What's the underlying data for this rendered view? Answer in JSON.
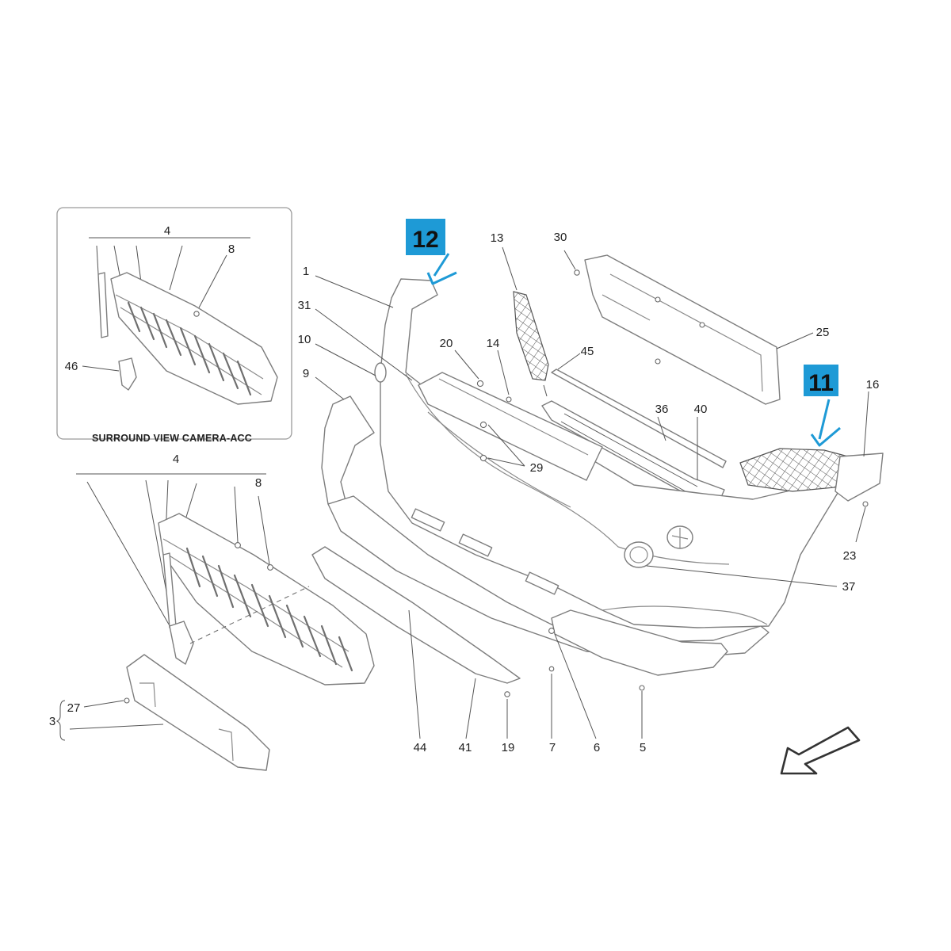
{
  "inset": {
    "caption": "SURROUND VIEW CAMERA-ACC",
    "labels": [
      "4",
      "8",
      "46"
    ]
  },
  "callouts": {
    "c1": "1",
    "c3": "3",
    "c4": "4",
    "c5": "5",
    "c6": "6",
    "c7": "7",
    "c8": "8",
    "c9": "9",
    "c10": "10",
    "c13": "13",
    "c14": "14",
    "c16": "16",
    "c19": "19",
    "c20": "20",
    "c23": "23",
    "c25": "25",
    "c27": "27",
    "c29": "29",
    "c30": "30",
    "c31": "31",
    "c36": "36",
    "c37": "37",
    "c40": "40",
    "c41": "41",
    "c44": "44",
    "c45": "45"
  },
  "highlights": [
    {
      "label": "12",
      "color": "#1e9ad6"
    },
    {
      "label": "11",
      "color": "#1e9ad6"
    }
  ],
  "icons": [
    "direction-arrow-icon"
  ]
}
